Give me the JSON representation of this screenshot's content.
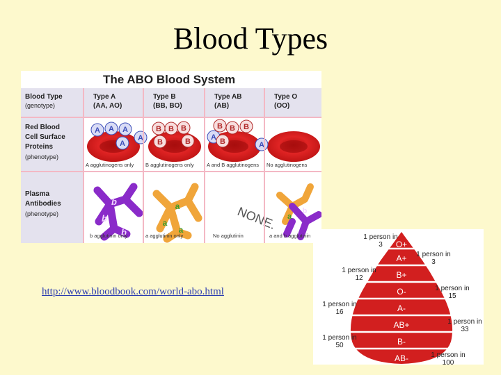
{
  "slide": {
    "title": "Blood Types",
    "url": "http://www.bloodbook.com/world-abo.html"
  },
  "abo_chart": {
    "title": "The ABO Blood System",
    "header_label": "Blood Type",
    "header_sub": "(genotype)",
    "columns": [
      {
        "type": "Type A",
        "genotype": "(AA, AO)",
        "agglutinogens": "A agglutinogens only",
        "agglutinin": "b agglutinin only"
      },
      {
        "type": "Type B",
        "genotype": "(BB, BO)",
        "agglutinogens": "B agglutinogens only",
        "agglutinin": "a agglutinin only"
      },
      {
        "type": "Type AB",
        "genotype": "(AB)",
        "agglutinogens": "A and B agglutinogens",
        "agglutinin": "No agglutinin"
      },
      {
        "type": "Type O",
        "genotype": "(OO)",
        "agglutinogens": "No agglutinogens",
        "agglutinin": "a and b agglutinin"
      }
    ],
    "rows": [
      {
        "label_lines": [
          "Red Blood",
          "Cell Surface",
          "Proteins"
        ],
        "sub": "(phenotype)"
      },
      {
        "label_lines": [
          "Plasma",
          "Antibodies"
        ],
        "sub": "(phenotype)"
      }
    ],
    "none_text": "NONE.",
    "antigen_letters": {
      "a": "A",
      "b": "B",
      "a_lower": "a",
      "b_lower": "b"
    }
  },
  "blood_drop": {
    "types": [
      "O+",
      "A+",
      "B+",
      "O-",
      "A-",
      "AB+",
      "B-",
      "AB-"
    ],
    "frequencies": [
      "1 person in 3",
      "1 person in 3",
      "1 person in 12",
      "1 person in 15",
      "1 person in 16",
      "1 person in 33",
      "1 person in 50",
      "1 person in 100"
    ],
    "colors": {
      "drop": "#d21f1f",
      "text": "#ffffff"
    }
  }
}
